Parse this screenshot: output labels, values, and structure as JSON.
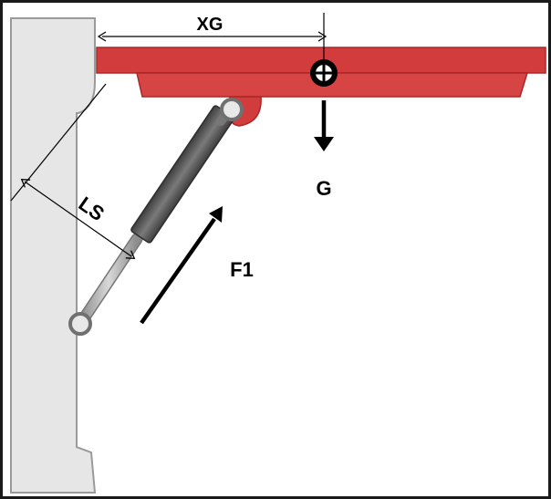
{
  "labels": {
    "xg": "XG",
    "g": "G",
    "ls": "LS",
    "f1": "F1"
  },
  "colors": {
    "lid": "#d23c3c",
    "lid_dark": "#b02a2a",
    "wall": "#e6e6e6",
    "wall_edge": "#9a9a9a",
    "cylinder": "#5a5a5a",
    "rod": "#b8b8b8",
    "frame": "#1a1a1a"
  },
  "icons": {
    "center_of_gravity": "center-of-gravity-icon"
  }
}
